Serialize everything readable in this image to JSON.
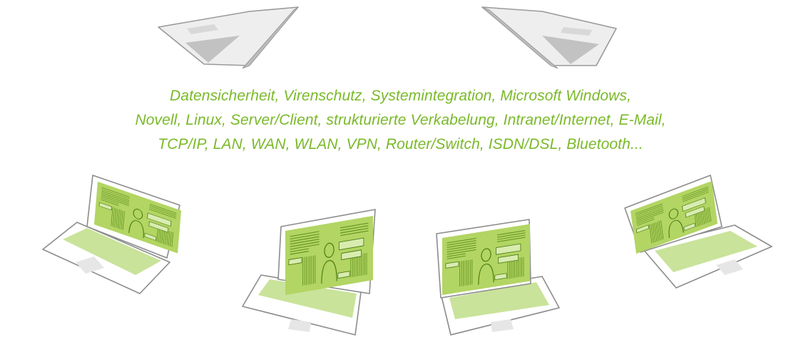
{
  "text_lines": [
    "Datensicherheit, Virenschutz, Systemintegration, Microsoft Windows,",
    "Novell, Linux, Server/Client, strukturierte Verkabelung, Intranet/Internet, E-Mail,",
    "TCP/IP, LAN, WAN, WLAN, VPN, Router/Switch, ISDN/DSL, Bluetooth..."
  ],
  "colors": {
    "text": "#7ab929",
    "screen_light": "#c6e08a",
    "screen_mid": "#a8cf4f",
    "screen_dark": "#5e8f1c",
    "keyboard": "#c9e39a",
    "laptop_outline": "#8c8c8c",
    "laptop_back": "#e9e9e9",
    "laptop_back_shade": "#bdbdbd"
  },
  "icons": [
    "laptop-back-icon",
    "laptop-back-icon",
    "laptop-icon",
    "laptop-icon",
    "laptop-icon",
    "laptop-icon"
  ]
}
